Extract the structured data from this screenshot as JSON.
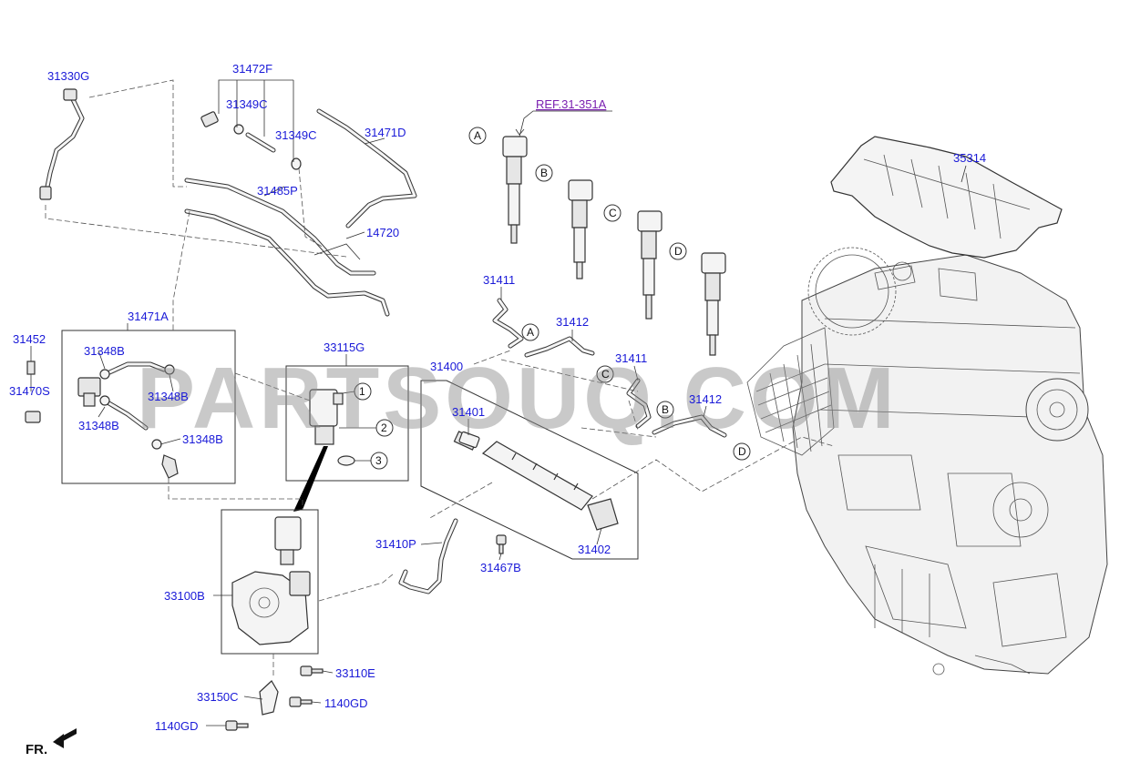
{
  "watermark": "PARTSOUQ.COM",
  "ref_label": "REF.31-351A",
  "front_label": "FR.",
  "parts": {
    "p31330G": "31330G",
    "p31472F": "31472F",
    "p31349C_a": "31349C",
    "p31349C_b": "31349C",
    "p31471D": "31471D",
    "p31485P": "31485P",
    "p14720": "14720",
    "p31471A": "31471A",
    "p31452": "31452",
    "p31348B_a": "31348B",
    "p31348B_b": "31348B",
    "p31348B_c": "31348B",
    "p31348B_d": "31348B",
    "p31470S": "31470S",
    "p33115G": "33115G",
    "p31400": "31400",
    "p31401": "31401",
    "p31402": "31402",
    "p31410P": "31410P",
    "p31467B": "31467B",
    "p31411_a": "31411",
    "p31411_b": "31411",
    "p31412_a": "31412",
    "p31412_b": "31412",
    "p35314": "35314",
    "p33100B": "33100B",
    "p33110E": "33110E",
    "p33150C": "33150C",
    "p1140GD_a": "1140GD",
    "p1140GD_b": "1140GD"
  },
  "callouts": {
    "n1": "1",
    "n2": "2",
    "n3": "3",
    "injA": "A",
    "injB": "B",
    "injC": "C",
    "injD": "D",
    "pipeA": "A",
    "pipeB": "B",
    "pipeC": "C",
    "pipeD": "D"
  }
}
